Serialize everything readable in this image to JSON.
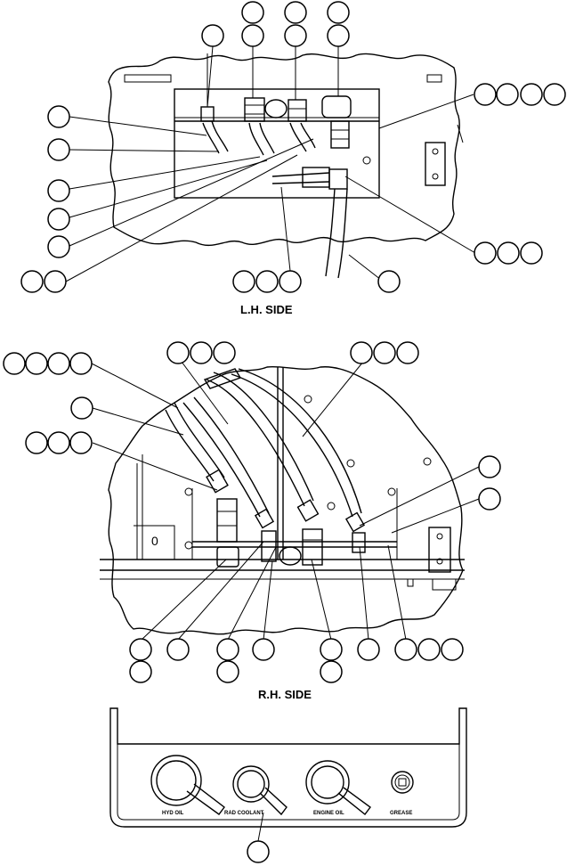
{
  "captions": {
    "lh_side": "L.H. SIDE",
    "rh_side": "R.H. SIDE"
  },
  "service_panel": {
    "ports": [
      {
        "label": "HYD OIL"
      },
      {
        "label": "RAD COOLANT"
      },
      {
        "label": "ENGINE OIL"
      },
      {
        "label": "GREASE"
      }
    ]
  }
}
